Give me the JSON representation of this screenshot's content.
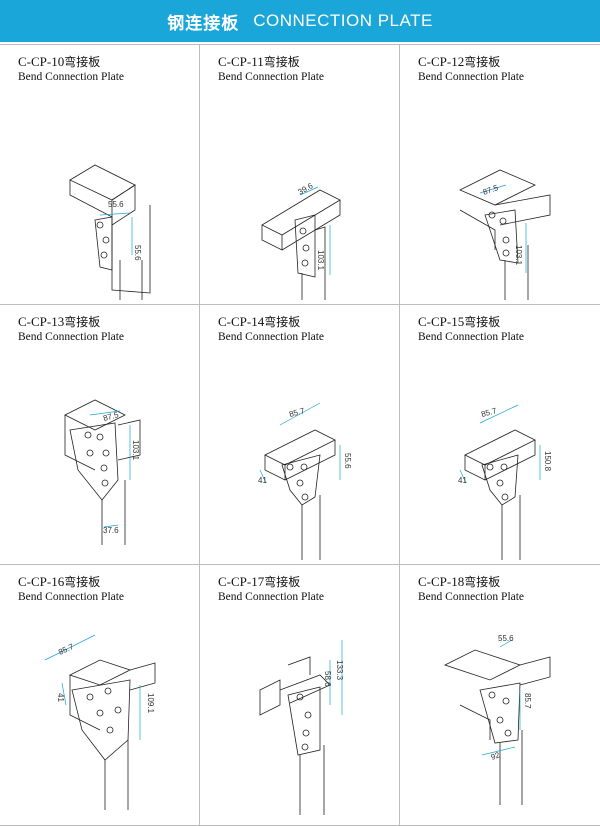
{
  "header": {
    "title_cn": "钢连接板",
    "title_en": "CONNECTION PLATE"
  },
  "items": [
    {
      "code": "C-CP-10",
      "name_cn": "弯接板",
      "name_en": "Bend Connection Plate",
      "dims": [
        "55.6",
        "55.6"
      ]
    },
    {
      "code": "C-CP-11",
      "name_cn": "弯接板",
      "name_en": "Bend Connection Plate",
      "dims": [
        "39.6",
        "103.1"
      ]
    },
    {
      "code": "C-CP-12",
      "name_cn": "弯接板",
      "name_en": "Bend Connection Plate",
      "dims": [
        "87.5",
        "103.1"
      ]
    },
    {
      "code": "C-CP-13",
      "name_cn": "弯接板",
      "name_en": "Bend Connection Plate",
      "dims": [
        "87.5",
        "103.1",
        "37.6"
      ]
    },
    {
      "code": "C-CP-14",
      "name_cn": "弯接板",
      "name_en": "Bend Connection Plate",
      "dims": [
        "85.7",
        "55.6",
        "41"
      ]
    },
    {
      "code": "C-CP-15",
      "name_cn": "弯接板",
      "name_en": "Bend Connection Plate",
      "dims": [
        "85.7",
        "150.8",
        "41"
      ]
    },
    {
      "code": "C-CP-16",
      "name_cn": "弯接板",
      "name_en": "Bend Connection Plate",
      "dims": [
        "85.7",
        "109.1",
        "41"
      ]
    },
    {
      "code": "C-CP-17",
      "name_cn": "弯接板",
      "name_en": "Bend Connection Plate",
      "dims": [
        "58.6",
        "133.3"
      ]
    },
    {
      "code": "C-CP-18",
      "name_cn": "弯接板",
      "name_en": "Bend Connection Plate",
      "dims": [
        "55.6",
        "85.7",
        "92"
      ]
    }
  ]
}
